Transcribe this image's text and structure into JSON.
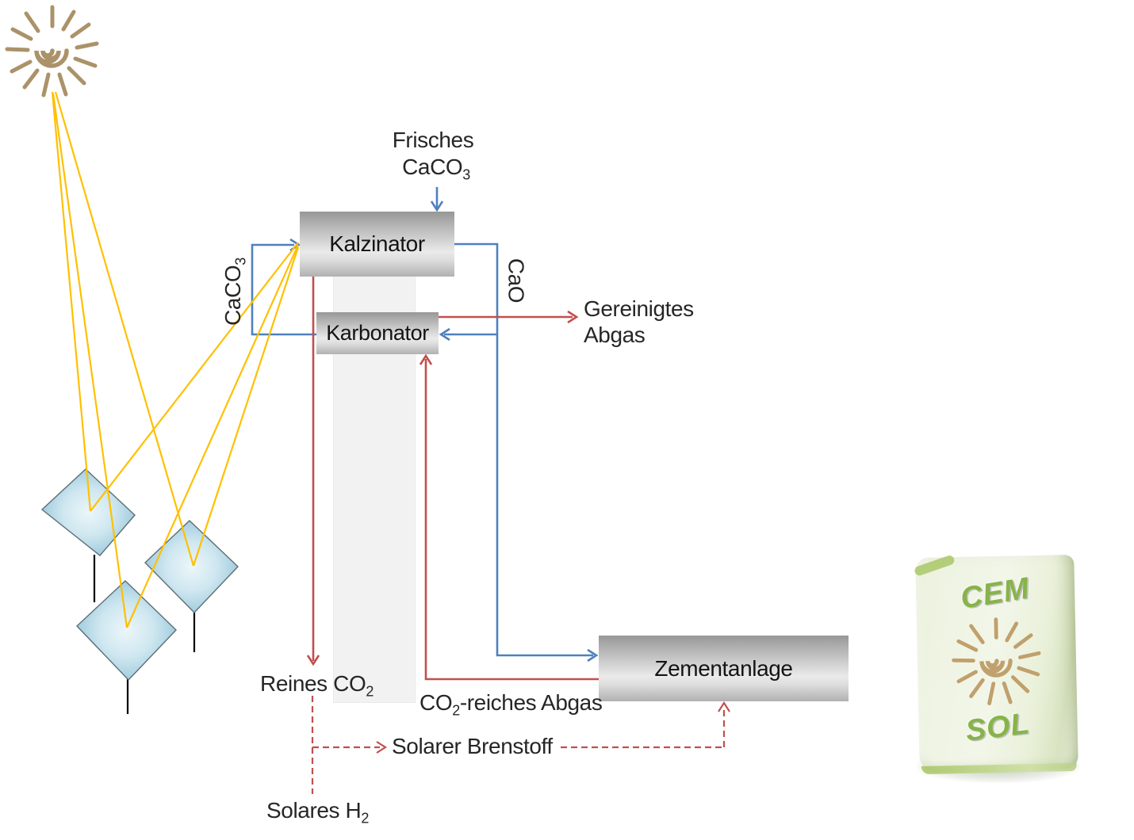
{
  "labels": {
    "fresh_feed_line1": "Frisches",
    "fresh_feed_formula": {
      "main": "CaCO",
      "sub": "3"
    },
    "kalzinator": "Kalzinator",
    "karbonator": "Karbonator",
    "zementanlage": "Zementanlage",
    "caco3_recycle": {
      "main": "CaCO",
      "sub": "3"
    },
    "cao": "CaO",
    "clean_gas_line1": "Gereinigtes",
    "clean_gas_line2": "Abgas",
    "pure_co2": {
      "main": "Reines CO",
      "sub": "2"
    },
    "co2_rich_gas": {
      "pre": "CO",
      "sub": "2",
      "post": "-reiches Abgas"
    },
    "solar_fuel": "Solarer Brenstoff",
    "solar_h2": {
      "main": "Solares H",
      "sub": "2"
    }
  },
  "cement_bag": {
    "brand_top": "CEM",
    "brand_bottom": "SOL"
  },
  "colors": {
    "flow_blue": "#4f81bd",
    "flow_red": "#c0504d",
    "sun_ray_yellow": "#ffc000",
    "sun_gold": "#ab9268",
    "heliostat_blue_edge": "#8ec2d7",
    "heliostat_blue_center": "#eaf5f9",
    "box_gradient_top": "#979797",
    "box_gradient_light": "#eaeaea",
    "box_gradient_bottom": "#b1b1b1",
    "column_gray": "#f2f2f2",
    "bag_body_green": "#ecf2de",
    "bag_text_green": "#87b449",
    "text_color": "#262626"
  },
  "icons": {
    "sun": "sun-icon",
    "heliostat": "heliostat-icon",
    "cement_bag": "cement-bag-icon"
  }
}
